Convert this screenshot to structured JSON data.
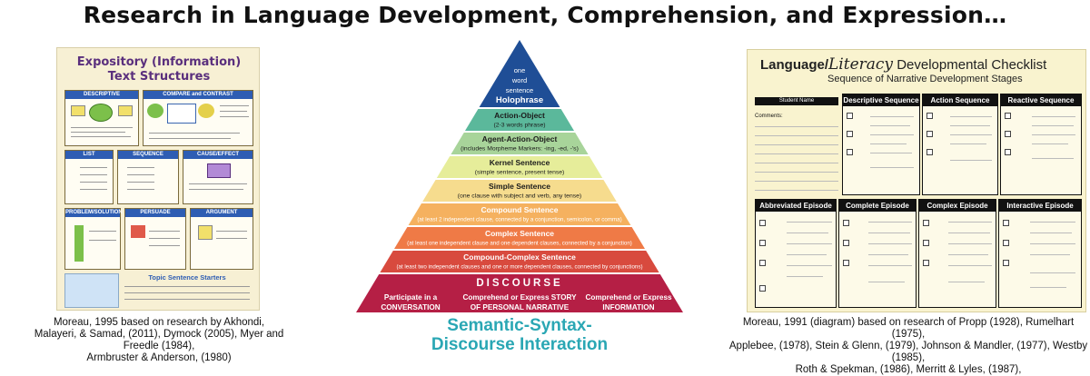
{
  "title": "Research in Language Development, Comprehension, and Expression…",
  "left_poster": {
    "title_line1": "Expository (Information)",
    "title_line2": "Text Structures",
    "sections": [
      "DESCRIPTIVE",
      "COMPARE and CONTRAST",
      "LIST",
      "SEQUENCE",
      "CAUSE/EFFECT",
      "PROBLEM/SOLUTION",
      "PERSUADE",
      "ARGUMENT"
    ],
    "footer_heading": "Topic Sentence Starters"
  },
  "pyramid": {
    "apex": [
      "one",
      "word",
      "sentence",
      "Holophrase"
    ],
    "levels": [
      {
        "title": "Action-Object",
        "desc": "(2-3 words phrase)",
        "color": "#5bb89b"
      },
      {
        "title": "Agent-Action-Object",
        "desc": "(includes Morpheme Markers: -ing, -ed, -'s)",
        "color": "#a8d49a"
      },
      {
        "title": "Kernel Sentence",
        "desc": "(simple sentence, present tense)",
        "color": "#e6ed9a"
      },
      {
        "title": "Simple Sentence",
        "desc": "(one clause with subject and verb, any tense)",
        "color": "#f6dc8e"
      },
      {
        "title": "Compound Sentence",
        "desc": "(at least 2 independent clause, connected by a conjunction, semicolon, or comma)",
        "color": "#f5b15f"
      },
      {
        "title": "Complex Sentence",
        "desc": "(at least one independent clause and one dependent clauses, connected by a conjunction)",
        "color": "#ef7a46"
      },
      {
        "title": "Compound-Complex Sentence",
        "desc": "(at least two independent clauses and one or more dependent clauses, connected by conjunctions)",
        "color": "#d84a3e"
      }
    ],
    "discourse": {
      "heading": "DISCOURSE",
      "color": "#b51f45",
      "items": [
        [
          "Participate in a",
          "CONVERSATION"
        ],
        [
          "Comprehend or Express STORY",
          "OF PERSONAL NARRATIVE"
        ],
        [
          "Comprehend or Express",
          "INFORMATION"
        ]
      ]
    },
    "title_line1": "Semantic-Syntax-",
    "title_line2": "Discourse Interaction"
  },
  "right_poster": {
    "title_prefix": "Language",
    "title_literacy": "Literacy",
    "title_suffix": " Developmental Checklist",
    "subtitle": "Sequence of Narrative Development Stages",
    "student_label": "Student Name",
    "comments_label": "Comments:",
    "stages_top": [
      "Descriptive Sequence",
      "Action Sequence",
      "Reactive Sequence"
    ],
    "stages_bottom": [
      "Abbreviated Episode",
      "Complete Episode",
      "Complex Episode",
      "Interactive Episode"
    ]
  },
  "captions": {
    "left": [
      "Moreau, 1995  based on research by Akhondi,",
      "Malayeri, & Samad, (2011), Dymock (2005), Myer and Freedle (1984),",
      "Armbruster & Anderson, (1980)"
    ],
    "right": [
      "Moreau, 1991 (diagram) based on research of Propp (1928), Rumelhart (1975),",
      "Applebee, (1978), Stein & Glenn, (1979), Johnson & Mandler, (1977), Westby (1985),",
      "Roth & Spekman, (1986), Merritt & Lyles, (1987),"
    ]
  }
}
